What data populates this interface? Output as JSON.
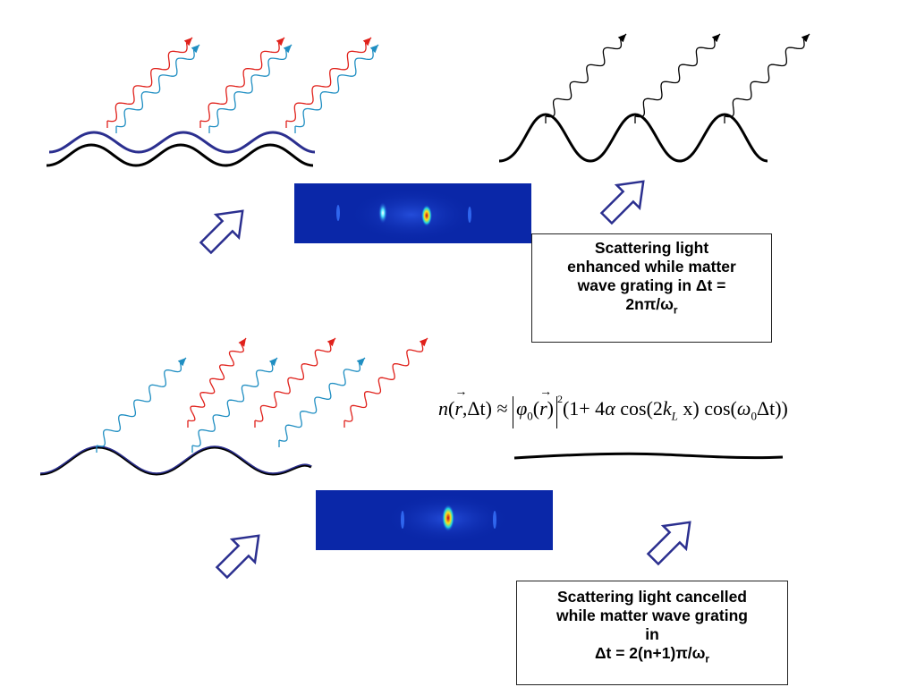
{
  "caption_top": {
    "line1": "Scattering light",
    "line2": "enhanced while matter",
    "line3": "wave grating in Δt =",
    "line4_main": "2nπ/ω",
    "line4_sub": "r"
  },
  "caption_bottom": {
    "line1": "Scattering light cancelled",
    "line2": "while matter wave grating",
    "line3": "in",
    "line4_main": "Δt = 2(n+1)π/ω",
    "line4_sub": "r"
  },
  "formula": {
    "n": "n",
    "r": "r",
    "dt": ",Δt) ≈ ",
    "phi": "φ",
    "phi_sub": "0",
    "r2": "r",
    "power": "2",
    "tail_a": "(1+ 4",
    "alpha": "α",
    "tail_b": " cos(2",
    "k": "k",
    "k_sub": "L",
    "tail_c": " x) cos(",
    "omega": "ω",
    "omega_sub": "0",
    "tail_d": "Δt))"
  },
  "colors": {
    "red": "#e0211b",
    "blue": "#1f8ec2",
    "navy": "#2b2f8f",
    "black": "#000000",
    "image_bg": "#0a27a8"
  }
}
